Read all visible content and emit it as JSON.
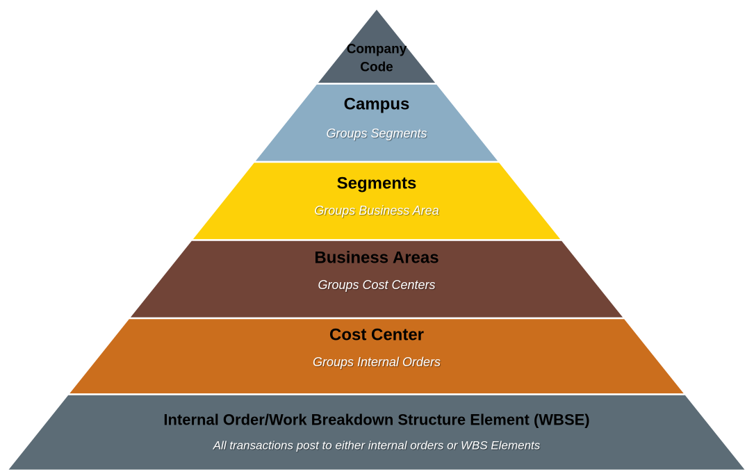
{
  "pyramid": {
    "background_color": "#ffffff",
    "separator_color": "#ffffff",
    "levels": [
      {
        "name": "Company Code",
        "title_lines": [
          "Company",
          "Code"
        ],
        "subtitle": "",
        "color": "#566470",
        "title_color": "#000000",
        "subtitle_color": "#ffffff"
      },
      {
        "name": "Campus",
        "subtitle": "Groups Segments",
        "color": "#8badc4",
        "title_color": "#000000",
        "subtitle_color": "#ffffff"
      },
      {
        "name": "Segments",
        "subtitle": "Groups Business Area",
        "color": "#fdd108",
        "title_color": "#000000",
        "subtitle_color": "#ffffff"
      },
      {
        "name": "Business Areas",
        "subtitle": "Groups Cost Centers",
        "color": "#714437",
        "title_color": "#000000",
        "subtitle_color": "#ffffff"
      },
      {
        "name": "Cost Center",
        "subtitle": "Groups Internal Orders",
        "color": "#cb6e1d",
        "title_color": "#000000",
        "subtitle_color": "#ffffff"
      },
      {
        "name": "Internal Order/Work Breakdown Structure Element (WBSE)",
        "subtitle": "All transactions post to either internal orders or WBS Elements",
        "color": "#5c6c76",
        "title_color": "#000000",
        "subtitle_color": "#ffffff"
      }
    ]
  }
}
